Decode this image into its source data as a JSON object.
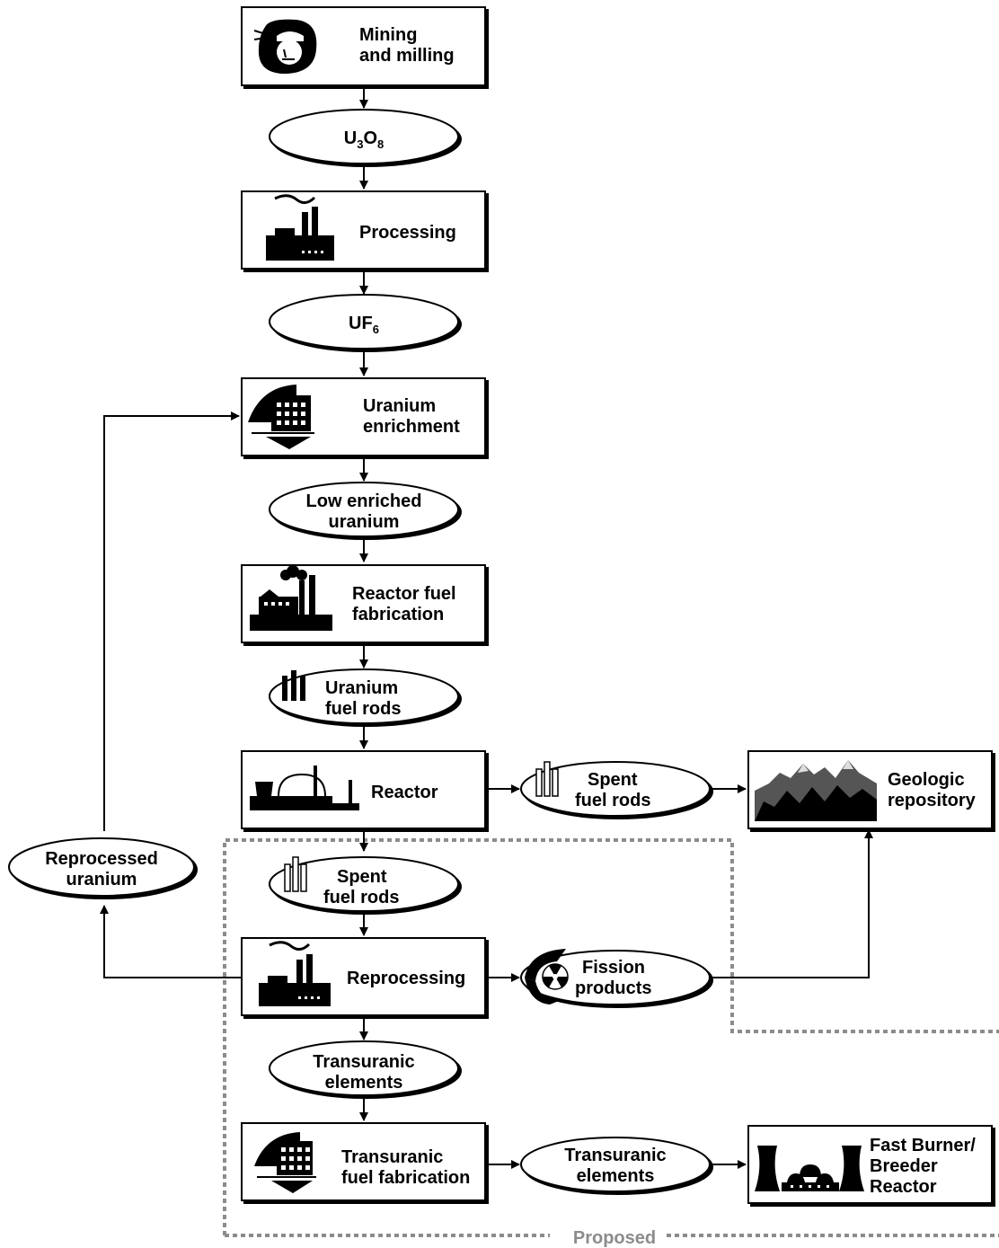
{
  "diagram": {
    "proposed_label": "Proposed",
    "nodes": {
      "mining": {
        "line1": "Mining",
        "line2": "and milling",
        "icon": "miner-icon"
      },
      "u3o8": {
        "main": "U",
        "sub1": "3",
        "mid": "O",
        "sub2": "8"
      },
      "processing": {
        "line1": "Processing",
        "icon": "factory-icon"
      },
      "uf6": {
        "main": "UF",
        "sub": "6"
      },
      "enrichment": {
        "line1": "Uranium",
        "line2": "enrichment",
        "icon": "enrichment-plant-icon"
      },
      "leu": {
        "line1": "Low enriched",
        "line2": "uranium"
      },
      "fuel_fab": {
        "line1": "Reactor fuel",
        "line2": "fabrication",
        "icon": "fabrication-plant-icon"
      },
      "fuel_rods": {
        "line1": "Uranium",
        "line2": "fuel rods",
        "icon": "fuel-rods-icon"
      },
      "reactor": {
        "line1": "Reactor",
        "icon": "reactor-icon"
      },
      "spent_right": {
        "line1": "Spent",
        "line2": "fuel rods",
        "icon": "spent-rods-icon"
      },
      "geologic": {
        "line1": "Geologic",
        "line2": "repository",
        "icon": "mountains-icon"
      },
      "spent_below": {
        "line1": "Spent",
        "line2": "fuel rods",
        "icon": "spent-rods-icon"
      },
      "reprocessed": {
        "line1": "Reprocessed",
        "line2": "uranium"
      },
      "reprocessing": {
        "line1": "Reprocessing",
        "icon": "factory-icon"
      },
      "fission": {
        "line1": "Fission",
        "line2": "products",
        "icon": "radiation-icon"
      },
      "tru1": {
        "line1": "Transuranic",
        "line2": "elements"
      },
      "tru_fab": {
        "line1": "Transuranic",
        "line2": "fuel fabrication",
        "icon": "enrichment-plant-icon"
      },
      "tru2": {
        "line1": "Transuranic",
        "line2": "elements"
      },
      "fast": {
        "line1": "Fast Burner/",
        "line2": "Breeder",
        "line3": "Reactor",
        "icon": "cooling-towers-icon"
      }
    }
  }
}
